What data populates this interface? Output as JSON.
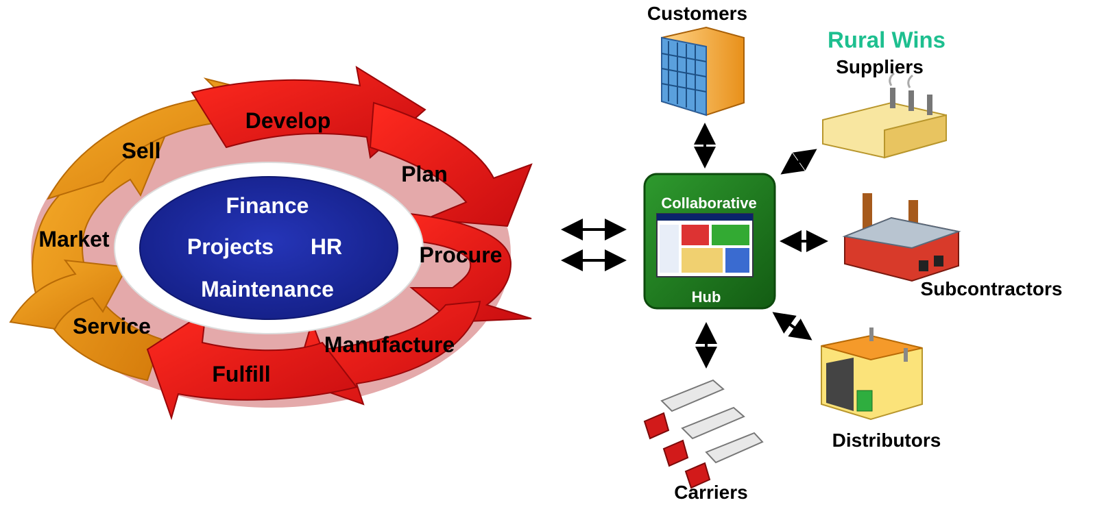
{
  "cycle": {
    "stages": {
      "develop": "Develop",
      "plan": "Plan",
      "procure": "Procure",
      "manufacture": "Manufacture",
      "fulfill": "Fulfill",
      "service": "Service",
      "market": "Market",
      "sell": "Sell"
    },
    "core": {
      "finance": "Finance",
      "projects": "Projects",
      "hr": "HR",
      "maintenance": "Maintenance"
    }
  },
  "hub": {
    "title": "Collaborative",
    "subtitle": "Hub"
  },
  "nodes": {
    "customers": "Customers",
    "rural_wins": "Rural Wins",
    "suppliers": "Suppliers",
    "subcontractors": "Subcontractors",
    "distributors": "Distributors",
    "carriers": "Carriers"
  },
  "colors": {
    "red": "#e0191c",
    "dark_red": "#a3080b",
    "orange": "#f29a12",
    "dark_orange": "#c46f08",
    "blue": "#1a2a9e",
    "hub_green": "#1e7d1e",
    "rural_green": "#1dbf8f"
  },
  "icons": [
    "building-icon",
    "factory-icon",
    "industrial-plant-icon",
    "warehouse-icon",
    "trucks-icon",
    "screen-icon",
    "double-arrow-icon"
  ]
}
